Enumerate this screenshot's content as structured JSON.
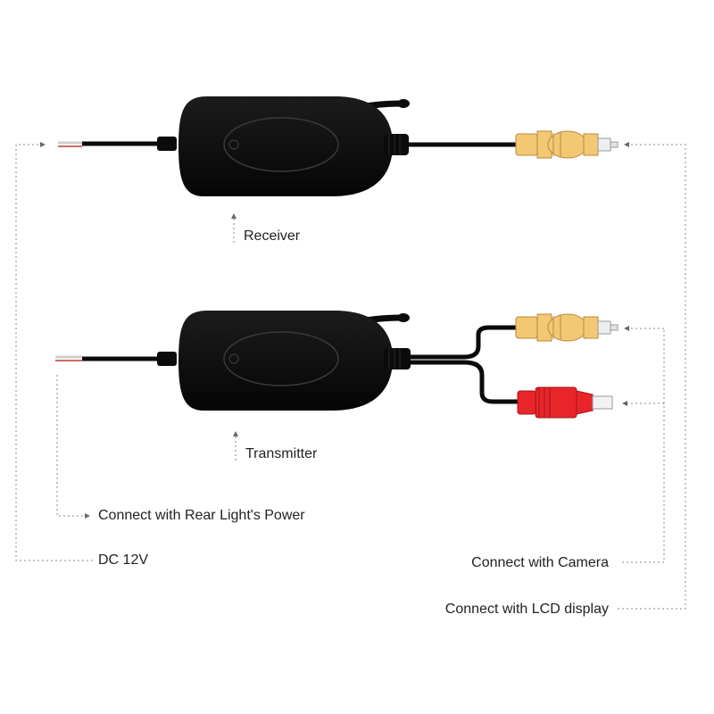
{
  "labels": {
    "receiver": "Receiver",
    "transmitter": "Transmitter",
    "rear_light": "Connect with Rear Light's Power",
    "dc": "DC 12V",
    "camera": "Connect with Camera",
    "lcd": "Connect with LCD display"
  },
  "colors": {
    "device_body": "#0b0b0b",
    "cable": "#0b0b0b",
    "rca_yellow": "#f3c874",
    "rca_yellow_dark": "#b98a3a",
    "dc_plug_red": "#e8262a",
    "dc_plug_red_dark": "#a5121a",
    "guide_line": "#888888"
  }
}
